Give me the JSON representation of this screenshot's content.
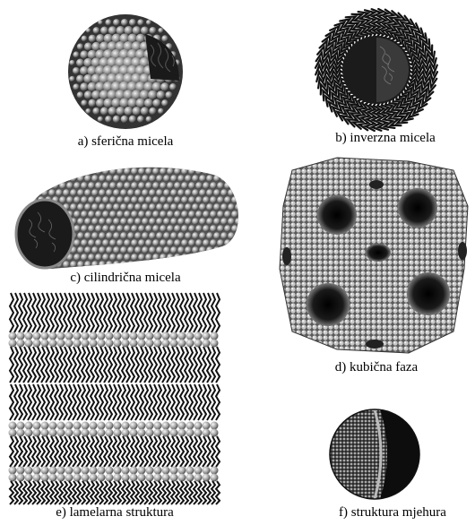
{
  "figure": {
    "panels": [
      {
        "id": "a",
        "caption": "a) sferična micela"
      },
      {
        "id": "b",
        "caption": "b) inverzna micela"
      },
      {
        "id": "c",
        "caption": "c) cilindrična micela"
      },
      {
        "id": "d",
        "caption": "d) kubična faza"
      },
      {
        "id": "e",
        "caption": "e) lamelarna struktura"
      },
      {
        "id": "f",
        "caption": "f) struktura mjehura"
      }
    ]
  }
}
